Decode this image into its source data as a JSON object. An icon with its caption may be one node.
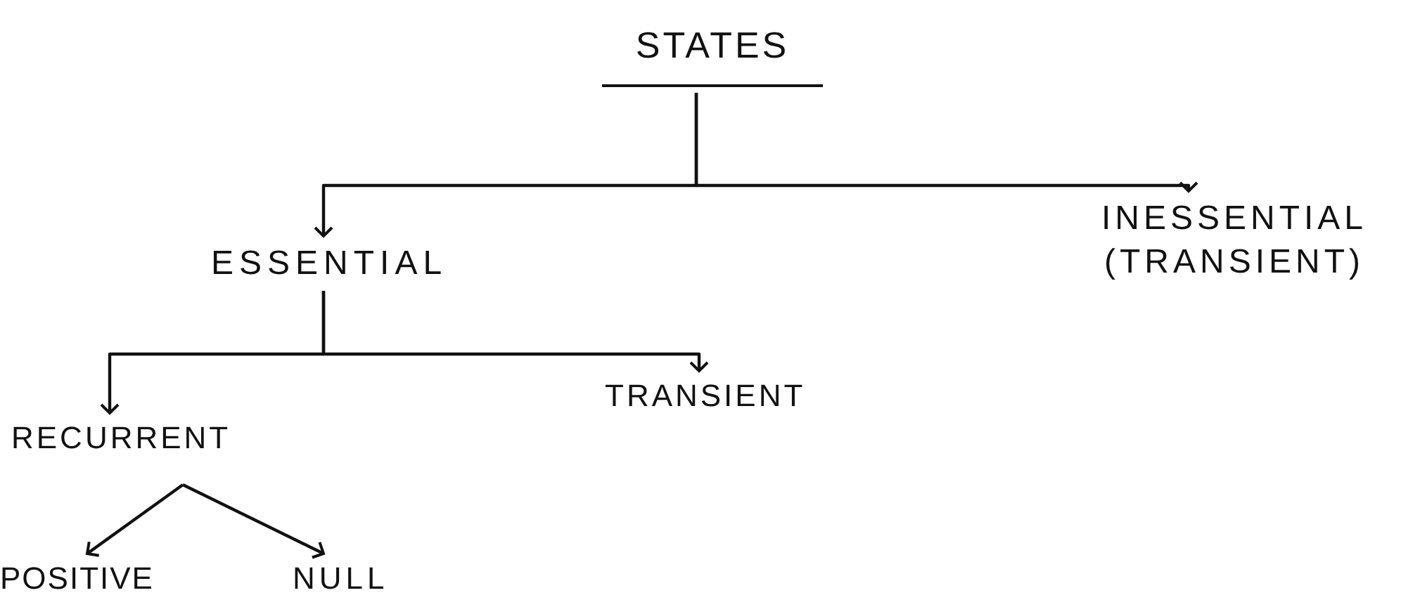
{
  "diagram": {
    "nodes": [
      {
        "text": [
          "STATES"
        ]
      },
      {
        "text": [
          "ESSENTIAL"
        ]
      },
      {
        "text": [
          "INESSENTIAL (TRANSIENT)"
        ]
      },
      {
        "text": [
          "RECURRENT"
        ]
      },
      {
        "text": [
          "TRANSIENT"
        ]
      },
      {
        "text": [
          "POSITIVE"
        ]
      },
      {
        "text": [
          "NULL"
        ]
      }
    ],
    "edges": [
      {
        "from": 0,
        "to": 1,
        "arrow": "to"
      },
      {
        "from": 0,
        "to": 2,
        "arrow": "to"
      },
      {
        "from": 1,
        "to": 3,
        "arrow": "to"
      },
      {
        "from": 1,
        "to": 4,
        "arrow": "to"
      },
      {
        "from": 3,
        "to": 5,
        "arrow": "to"
      },
      {
        "from": 3,
        "to": 6,
        "arrow": "to"
      }
    ]
  }
}
